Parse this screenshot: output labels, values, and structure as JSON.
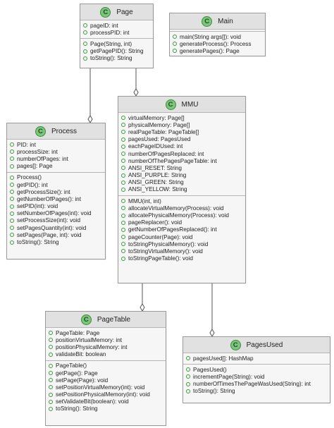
{
  "classes": {
    "page": {
      "stereotype_letter": "C",
      "name": "Page",
      "fields": [
        "pageID: int",
        "processPID: int"
      ],
      "methods": [
        "Page(String, int)",
        "getPagePID(): String",
        "toString(): String"
      ]
    },
    "main": {
      "stereotype_letter": "C",
      "name": "Main",
      "fields": [],
      "methods": [
        "main(String args[]): void",
        "generateProcess(): Process",
        "generatePages(): Page"
      ]
    },
    "process": {
      "stereotype_letter": "C",
      "name": "Process",
      "fields": [
        "PID: int",
        "processSize: int",
        "numberOfPages: int",
        "pages[]: Page"
      ],
      "methods": [
        "Process()",
        "getPID(): int",
        "getProcessSize(): int",
        "getNumberOfPages(): int",
        "setPID(int): void",
        "setNumberOfPages(int): void",
        "setProcessSize(int): void",
        "setPagesQuantity(int): void",
        "setPages(Page, int): void",
        "toString(): String"
      ]
    },
    "mmu": {
      "stereotype_letter": "C",
      "name": "MMU",
      "fields": [
        "virtualMemory: Page[]",
        "physicalMemory: Page[]",
        "realPageTable: PageTable[]",
        "pagesUsed: PagesUsed",
        "eachPageIDUsed: int",
        "numberOfPagesReplaced: int",
        "numberOfThePagesPageTable: int",
        "ANSI_RESET: String",
        "ANSI_PURPLE: String",
        "ANSI_GREEN: String",
        "ANSI_YELLOW: String"
      ],
      "methods": [
        "MMU(int, int)",
        "allocateVirtualMemory(Process): void",
        "allocatePhysicalMemory(Process): void",
        "pageReplacer(): void",
        "getNumberOfPagesReplaced(): int",
        "pageCounter(Page): void",
        "toStringPhysicalMemory(): void",
        "toStringVirtualMemory(): void",
        "toStringPageTable(): void"
      ]
    },
    "pagetable": {
      "stereotype_letter": "C",
      "name": "PageTable",
      "fields": [
        "PageTable: Page",
        "positionVirtualMemory: int",
        "positionPhysicalMemory: int",
        "validateBit: boolean"
      ],
      "methods": [
        "PageTable()",
        "getPage(): Page",
        "setPage(Page): void",
        "setPositionVirtualMemory(int): void",
        "setPositionPhysicalMemory(int): void",
        "setValidateBit(boolean): void",
        "toString(): String"
      ]
    },
    "pagesused": {
      "stereotype_letter": "C",
      "name": "PagesUsed",
      "fields": [
        "pagesUsed[]: HashMap"
      ],
      "methods": [
        "PagesUsed()",
        "incrementPage(String): void",
        "numberOfTimesThePageWasUsed(String): int",
        "toString(): String"
      ]
    }
  },
  "colors": {
    "badge_fill": "#7cc57c",
    "visibility_marker": "#3b9b3b",
    "header_fill": "#e1e1e1",
    "body_fill": "#f6f6f6",
    "border": "#9a9a9a"
  }
}
